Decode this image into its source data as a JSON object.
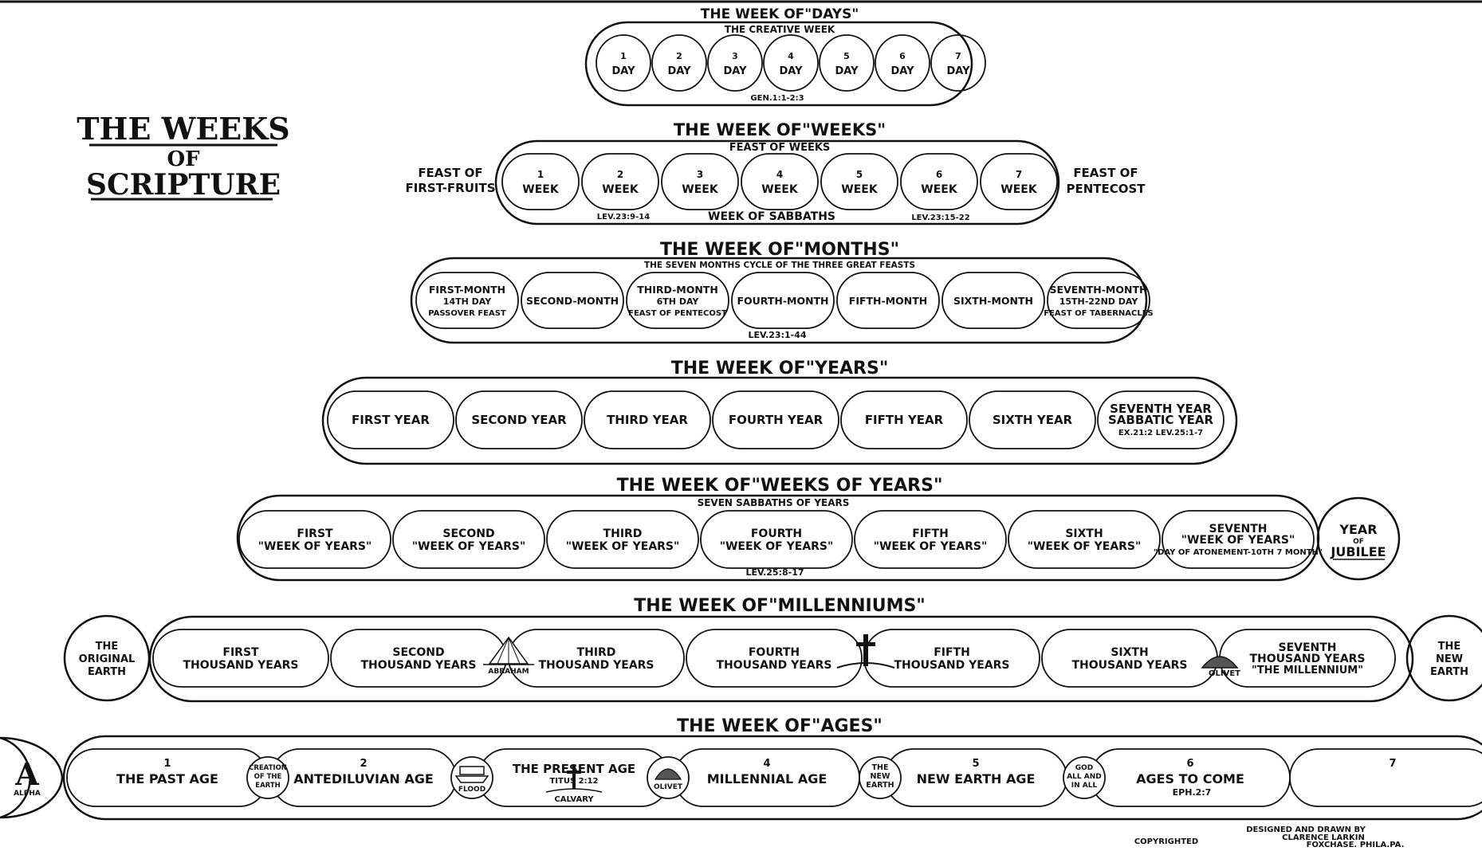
{
  "main_title": {
    "line1": "THE WEEKS",
    "line2": "OF",
    "line3": "SCRIPTURE"
  },
  "colors": {
    "ink": "#111111",
    "paper": "#ffffff"
  },
  "sections": {
    "days": {
      "title": "THE WEEK OF\"DAYS\"",
      "subtitle": "THE CREATIVE WEEK",
      "reference": "GEN.1:1-2:3",
      "cells": [
        {
          "num": "1",
          "label": "DAY"
        },
        {
          "num": "2",
          "label": "DAY"
        },
        {
          "num": "3",
          "label": "DAY"
        },
        {
          "num": "4",
          "label": "DAY"
        },
        {
          "num": "5",
          "label": "DAY"
        },
        {
          "num": "6",
          "label": "DAY"
        },
        {
          "num": "7",
          "label": "DAY"
        }
      ]
    },
    "weeks": {
      "title": "THE WEEK OF\"WEEKS\"",
      "subtitle": "FEAST OF WEEKS",
      "left_label": [
        "FEAST OF",
        "FIRST-FRUITS"
      ],
      "right_label": [
        "FEAST OF",
        "PENTECOST"
      ],
      "bottom_label": "WEEK OF SABBATHS",
      "ref_left": "LEV.23:9-14",
      "ref_right": "LEV.23:15-22",
      "cells": [
        {
          "num": "1",
          "label": "WEEK"
        },
        {
          "num": "2",
          "label": "WEEK"
        },
        {
          "num": "3",
          "label": "WEEK"
        },
        {
          "num": "4",
          "label": "WEEK"
        },
        {
          "num": "5",
          "label": "WEEK"
        },
        {
          "num": "6",
          "label": "WEEK"
        },
        {
          "num": "7",
          "label": "WEEK"
        }
      ]
    },
    "months": {
      "title": "THE WEEK OF\"MONTHS\"",
      "subtitle": "THE SEVEN MONTHS CYCLE OF THE THREE GREAT FEASTS",
      "reference": "LEV.23:1-44",
      "cells": [
        {
          "lines": [
            "FIRST-MONTH",
            "14TH DAY",
            "PASSOVER FEAST"
          ]
        },
        {
          "lines": [
            "SECOND-MONTH"
          ]
        },
        {
          "lines": [
            "THIRD-MONTH",
            "6TH DAY",
            "FEAST OF PENTECOST"
          ]
        },
        {
          "lines": [
            "FOURTH-MONTH"
          ]
        },
        {
          "lines": [
            "FIFTH-MONTH"
          ]
        },
        {
          "lines": [
            "SIXTH-MONTH"
          ]
        },
        {
          "lines": [
            "SEVENTH-MONTH",
            "15TH-22ND DAY",
            "FEAST OF TABERNACLES"
          ]
        }
      ]
    },
    "years": {
      "title": "THE WEEK OF\"YEARS\"",
      "cells": [
        {
          "lines": [
            "FIRST YEAR"
          ]
        },
        {
          "lines": [
            "SECOND YEAR"
          ]
        },
        {
          "lines": [
            "THIRD YEAR"
          ]
        },
        {
          "lines": [
            "FOURTH YEAR"
          ]
        },
        {
          "lines": [
            "FIFTH YEAR"
          ]
        },
        {
          "lines": [
            "SIXTH YEAR"
          ]
        },
        {
          "lines": [
            "SEVENTH YEAR",
            "SABBATIC YEAR",
            "EX.21:2    LEV.25:1-7"
          ]
        }
      ]
    },
    "weeks_of_years": {
      "title": "THE WEEK OF\"WEEKS OF YEARS\"",
      "subtitle": "SEVEN SABBATHS OF YEARS",
      "reference": "LEV.25:8-17",
      "cells": [
        {
          "lines": [
            "FIRST",
            "\"WEEK OF YEARS\""
          ]
        },
        {
          "lines": [
            "SECOND",
            "\"WEEK OF YEARS\""
          ]
        },
        {
          "lines": [
            "THIRD",
            "\"WEEK OF YEARS\""
          ]
        },
        {
          "lines": [
            "FOURTH",
            "\"WEEK OF YEARS\""
          ]
        },
        {
          "lines": [
            "FIFTH",
            "\"WEEK OF YEARS\""
          ]
        },
        {
          "lines": [
            "SIXTH",
            "\"WEEK OF YEARS\""
          ]
        },
        {
          "lines": [
            "SEVENTH",
            "\"WEEK OF YEARS\"",
            "\"DAY OF ATONEMENT-10TH 7 MONTH\""
          ]
        }
      ],
      "jubilee": [
        "YEAR",
        "OF",
        "JUBILEE"
      ]
    },
    "millenniums": {
      "title": "THE WEEK OF\"MILLENNIUMS\"",
      "left_circle": [
        "THE",
        "ORIGINAL",
        "EARTH"
      ],
      "right_circle": [
        "THE",
        "NEW",
        "EARTH"
      ],
      "markers": {
        "abraham": "ABRAHAM",
        "olivet": "OLIVET"
      },
      "cells": [
        {
          "lines": [
            "FIRST",
            "THOUSAND YEARS"
          ]
        },
        {
          "lines": [
            "SECOND",
            "THOUSAND YEARS"
          ]
        },
        {
          "lines": [
            "THIRD",
            "THOUSAND YEARS"
          ]
        },
        {
          "lines": [
            "FOURTH",
            "THOUSAND YEARS"
          ]
        },
        {
          "lines": [
            "FIFTH",
            "THOUSAND YEARS"
          ]
        },
        {
          "lines": [
            "SIXTH",
            "THOUSAND YEARS"
          ]
        },
        {
          "lines": [
            "SEVENTH",
            "THOUSAND YEARS",
            "\"THE MILLENNIUM\""
          ]
        }
      ]
    },
    "ages": {
      "title": "THE WEEK OF\"AGES\"",
      "alpha_letter": "A",
      "alpha_label": "ALPHA",
      "junctions": {
        "creation": [
          "CREATION",
          "OF THE",
          "EARTH"
        ],
        "flood": "FLOOD",
        "olivet": "OLIVET",
        "new_earth": [
          "THE",
          "NEW",
          "EARTH"
        ],
        "god": [
          "GOD",
          "ALL AND",
          "IN ALL"
        ]
      },
      "present_age": {
        "title": "THE PRESENT AGE",
        "ref": "TITUS 2:12",
        "calvary": "CALVARY"
      },
      "cells": [
        {
          "num": "1",
          "label": "THE PAST AGE"
        },
        {
          "num": "2",
          "label": "ANTEDILUVIAN AGE"
        },
        {
          "num": "",
          "label": ""
        },
        {
          "num": "4",
          "label": "MILLENNIAL AGE"
        },
        {
          "num": "5",
          "label": "NEW EARTH AGE"
        },
        {
          "num": "6",
          "label": "AGES TO COME"
        },
        {
          "num": "7",
          "label": ""
        }
      ],
      "ref_eph": "EPH.2:7"
    }
  },
  "footer": {
    "copyrighted": "COPYRIGHTED",
    "designed_by": [
      "DESIGNED AND DRAWN BY",
      "CLARENCE LARKIN",
      "FOXCHASE, PHILA.PA."
    ]
  }
}
